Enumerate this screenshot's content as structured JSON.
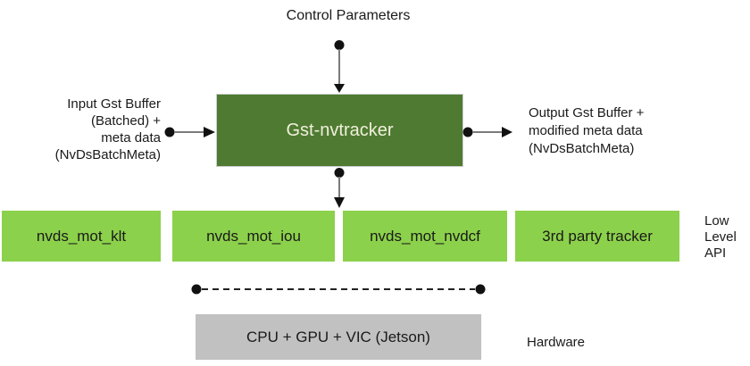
{
  "colors": {
    "dark_green": "#4e7b31",
    "light_green": "#8cd14b",
    "gray_box": "#c1c1c1",
    "light_text": "#f1efdc",
    "text": "#1a1a1a",
    "connector_line": "#7a7a7a",
    "connector_ink": "#111111",
    "dashed_line": "#222222"
  },
  "diagram": {
    "control_parameters_label": "Control Parameters",
    "tracker_box_label": "Gst-nvtracker",
    "input_label_lines": [
      "Input Gst Buffer",
      "(Batched) +",
      "meta data",
      "(NvDsBatchMeta)"
    ],
    "output_label_lines": [
      "Output Gst Buffer +",
      "modified meta data",
      "(NvDsBatchMeta)"
    ],
    "low_level_trackers": [
      "nvds_mot_klt",
      "nvds_mot_iou",
      "nvds_mot_nvdcf",
      "3rd party tracker"
    ],
    "low_level_api_label_lines": [
      "Low",
      "Level",
      "API"
    ],
    "hardware_box_label": "CPU + GPU + VIC (Jetson)",
    "hardware_label": "Hardware"
  }
}
